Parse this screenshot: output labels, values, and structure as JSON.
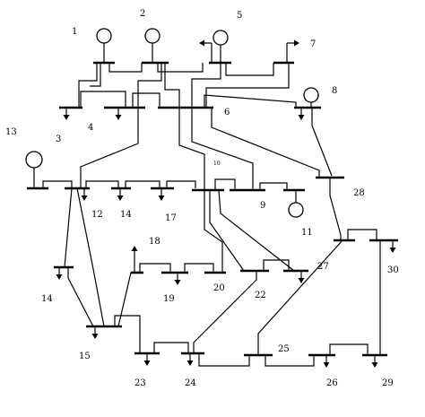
{
  "buses": {
    "b1": "1",
    "b2": "2",
    "b3": "3",
    "b4": "4",
    "b5": "5",
    "b6": "6",
    "b7": "7",
    "b8": "8",
    "b9": "9",
    "b10": "10",
    "b11": "11",
    "b12": "12",
    "b13": "13",
    "b14": "14",
    "b15": "15",
    "b16": "14",
    "b17": "17",
    "b18": "18",
    "b19": "19",
    "b20": "20",
    "b22": "22",
    "b23": "23",
    "b24": "24",
    "b25": "25",
    "b26": "26",
    "b27": "27",
    "b28": "28",
    "b29": "29",
    "b30": "30"
  },
  "legend": {
    "generator": "generator-icon",
    "load": "load-arrow-icon"
  }
}
